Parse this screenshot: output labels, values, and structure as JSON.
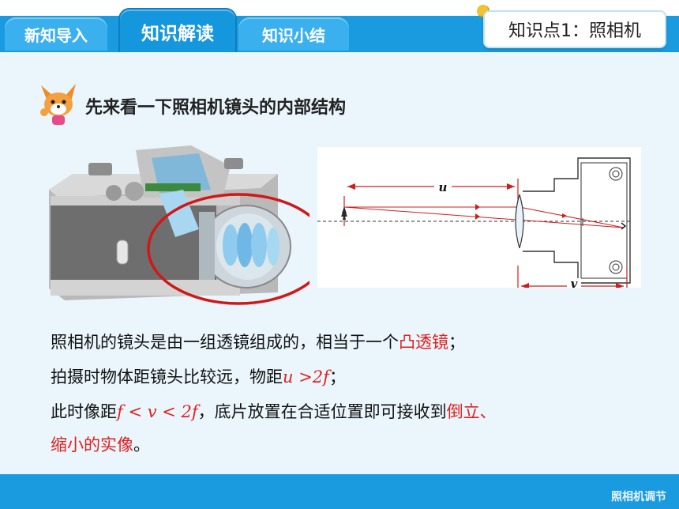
{
  "tabs": [
    {
      "label": "新知导入",
      "active": false
    },
    {
      "label": "知识解读",
      "active": true
    },
    {
      "label": "知识小结",
      "active": false
    }
  ],
  "knowledge_point": "知识点1：照相机",
  "intro": "先来看一下照相机镜头的内部结构",
  "diagram": {
    "u_label": "u",
    "v_label": "v"
  },
  "body": {
    "line1_pre": "照相机的镜头是由一组透镜组成的，相当于一个",
    "line1_red": "凸透镜",
    "line1_post": "；",
    "line2_pre": "拍摄时物体距镜头比较远，物距",
    "line2_formula": "u >2f",
    "line2_post": "；",
    "line3_pre": "此时像距",
    "line3_formula": "f < v < 2f",
    "line3_mid": "，底片放置在合适位置即可接收到",
    "line3_red": "倒立、",
    "line4_red": "缩小的实像",
    "line4_post": "。"
  },
  "footer": "照相机调节",
  "colors": {
    "accent": "#1a9be0",
    "highlight": "#e02020"
  }
}
